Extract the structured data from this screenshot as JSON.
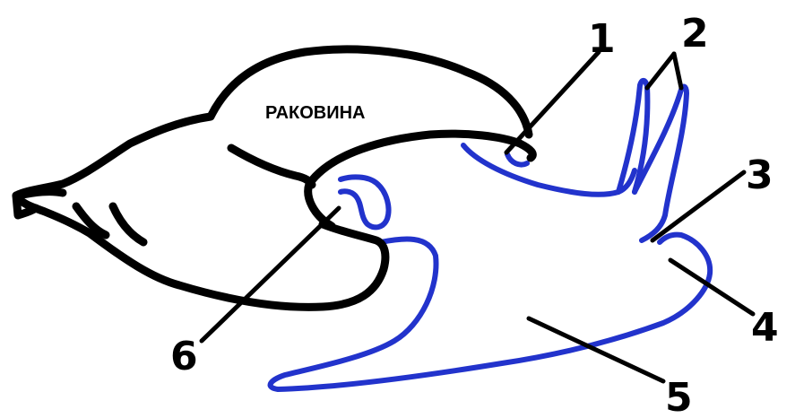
{
  "diagram": {
    "shell_label": "РАКОВИНА",
    "labels": [
      "1",
      "2",
      "3",
      "4",
      "5",
      "6"
    ]
  },
  "colors": {
    "shell_outline": "#000000",
    "body_outline": "#2233cc",
    "background": "#ffffff"
  }
}
